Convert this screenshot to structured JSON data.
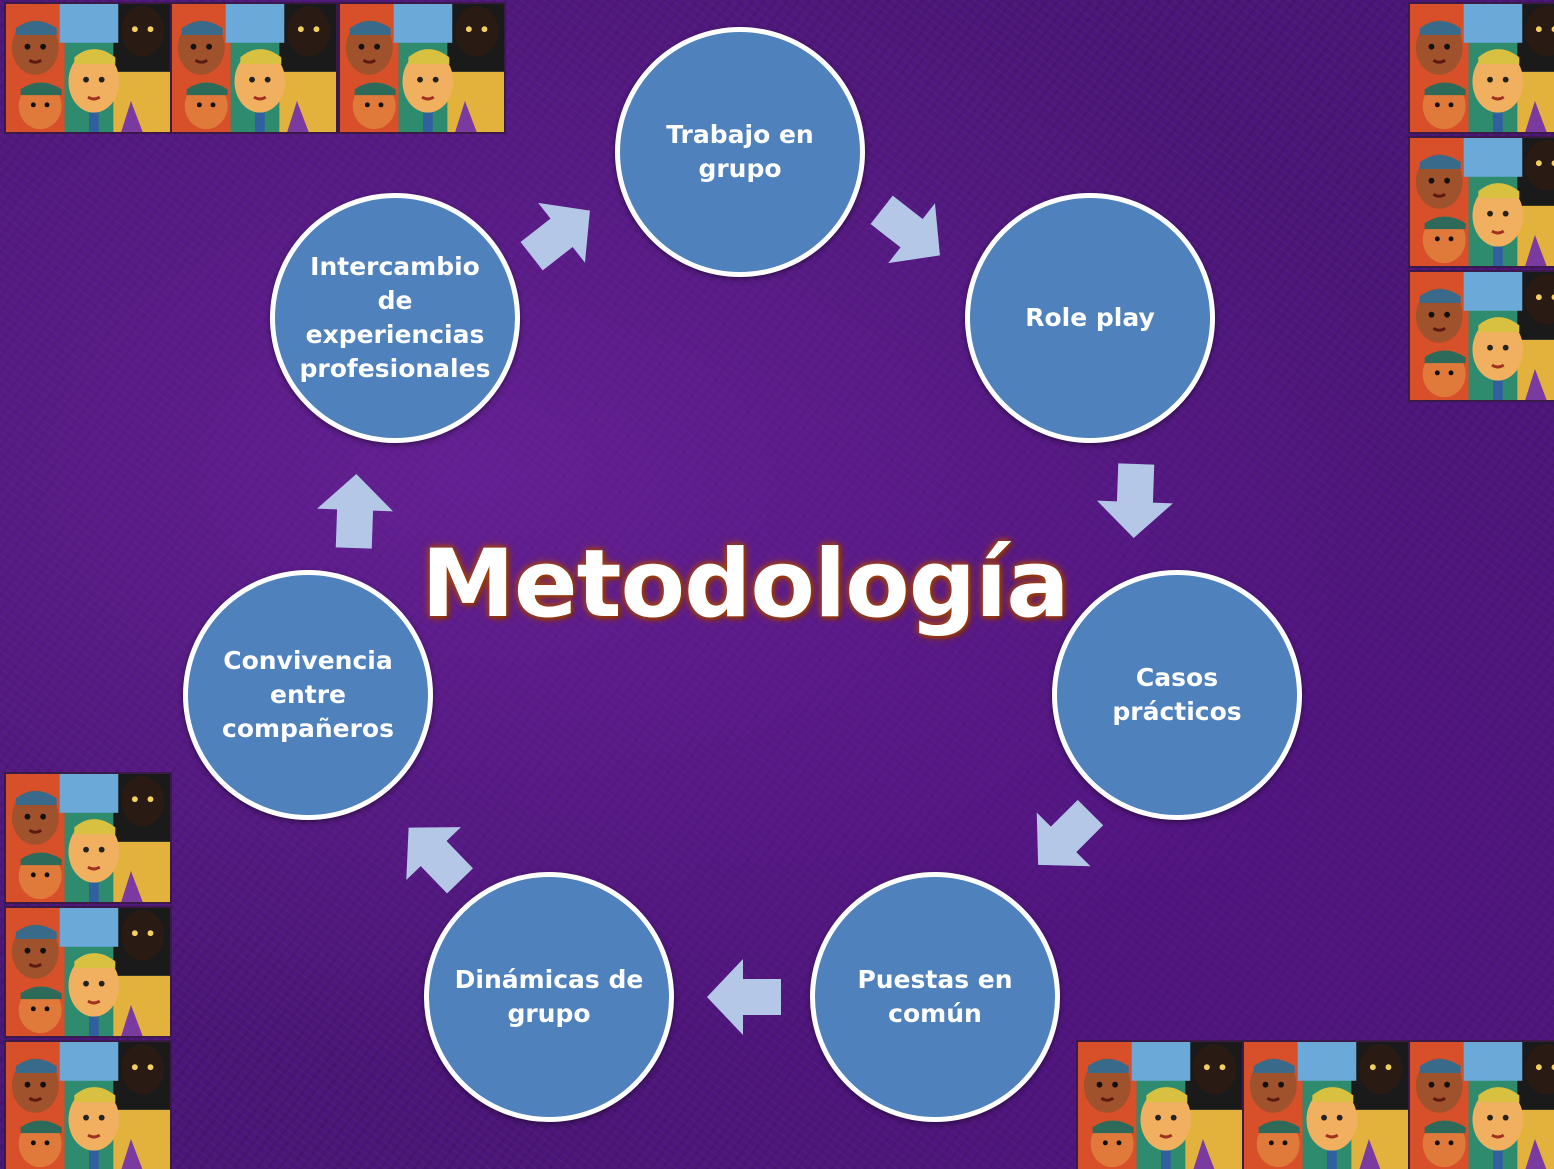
{
  "title": "Metodología",
  "cycle": [
    {
      "id": "trabajo",
      "label": "Trabajo en\ngrupo"
    },
    {
      "id": "role-play",
      "label": "Role play"
    },
    {
      "id": "casos",
      "label": "Casos\nprácticos"
    },
    {
      "id": "puestas",
      "label": "Puestas en\ncomún"
    },
    {
      "id": "dinamicas",
      "label": "Dinámicas de\ngrupo"
    },
    {
      "id": "convivencia",
      "label": "Convivencia\nentre\ncompañeros"
    },
    {
      "id": "intercambio",
      "label": "Intercambio\nde\nexperiencias\nprofesionales"
    }
  ],
  "colors": {
    "background": "#4b1677",
    "node_fill": "#4f81bd",
    "node_border": "#ffffff",
    "arrow": "#b4c7e7",
    "title_glow": "#c0561a"
  },
  "decoration": {
    "image": "colorful-faces-illustration"
  }
}
